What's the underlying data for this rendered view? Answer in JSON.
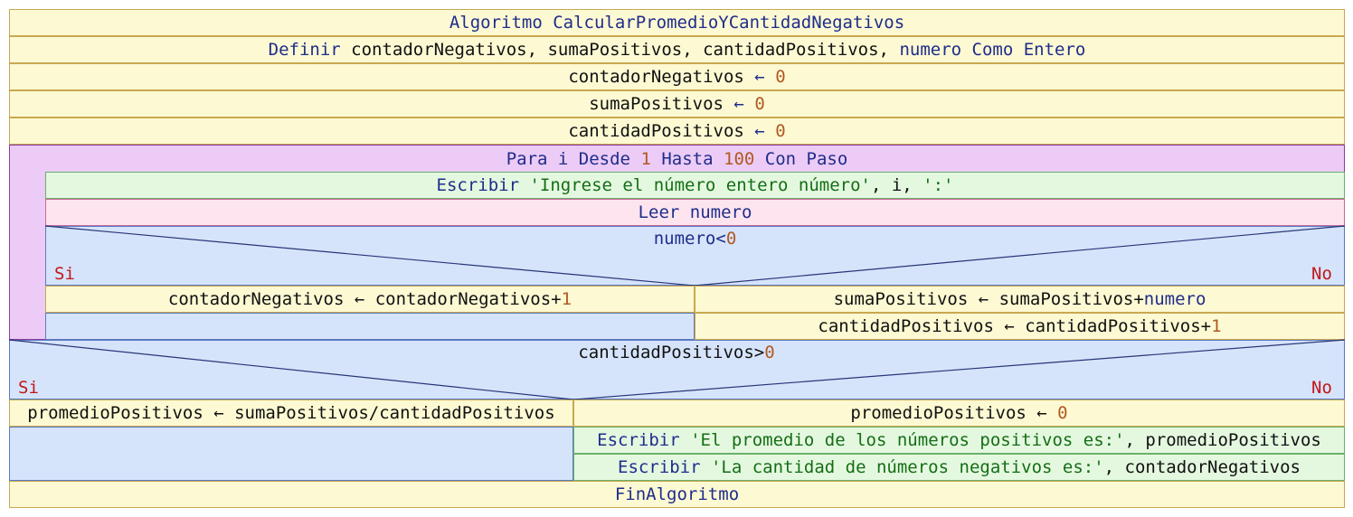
{
  "header": {
    "kw": "Algoritmo",
    "name": "CalcularPromedioYCantidadNegativos"
  },
  "define": {
    "kw1": "Definir",
    "vars": "contadorNegativos, sumaPositivos, cantidadPositivos,",
    "var_last": "numero",
    "kw2": "Como Entero"
  },
  "assign1": {
    "var": "contadorNegativos",
    "op": "←",
    "val": "0"
  },
  "assign2": {
    "var": "sumaPositivos",
    "op": "←",
    "val": "0"
  },
  "assign3": {
    "var": "cantidadPositivos",
    "op": "←",
    "val": "0"
  },
  "loop": {
    "kw1": "Para i Desde",
    "from": "1",
    "kw2": "Hasta",
    "to": "100",
    "kw3": "Con Paso"
  },
  "write1": {
    "kw": "Escribir",
    "str1": "'Ingrese el número entero número'",
    "mid": ", i, ",
    "str2": "':'"
  },
  "read1": {
    "text": "Leer numero"
  },
  "cond1": {
    "lhs": "numero<",
    "val": "0",
    "yes": "Si",
    "no": "No"
  },
  "c1_yes": {
    "text": "contadorNegativos ← contadorNegativos+",
    "val": "1"
  },
  "c1_no1": {
    "var": "sumaPositivos ← sumaPositivos+",
    "var2": "numero"
  },
  "c1_no2": {
    "text": "cantidadPositivos ← cantidadPositivos+",
    "val": "1"
  },
  "cond2": {
    "lhs": "cantidadPositivos>",
    "val": "0",
    "yes": "Si",
    "no": "No"
  },
  "c2_yes": {
    "text": "promedioPositivos ← sumaPositivos/cantidadPositivos"
  },
  "c2_no1": {
    "text": "promedioPositivos ← ",
    "val": "0"
  },
  "c2_no2": {
    "kw": "Escribir",
    "str": "'El promedio de los números positivos es:'",
    "rest": ", promedioPositivos"
  },
  "c2_no3": {
    "kw": "Escribir",
    "str": "'La cantidad de números negativos es:'",
    "rest": ", contadorNegativos"
  },
  "footer": {
    "kw": "FinAlgoritmo"
  },
  "colors": {
    "keyword": "#1f2d8a",
    "string": "#146e14",
    "number": "#b05a20",
    "branch": "#c01818"
  }
}
